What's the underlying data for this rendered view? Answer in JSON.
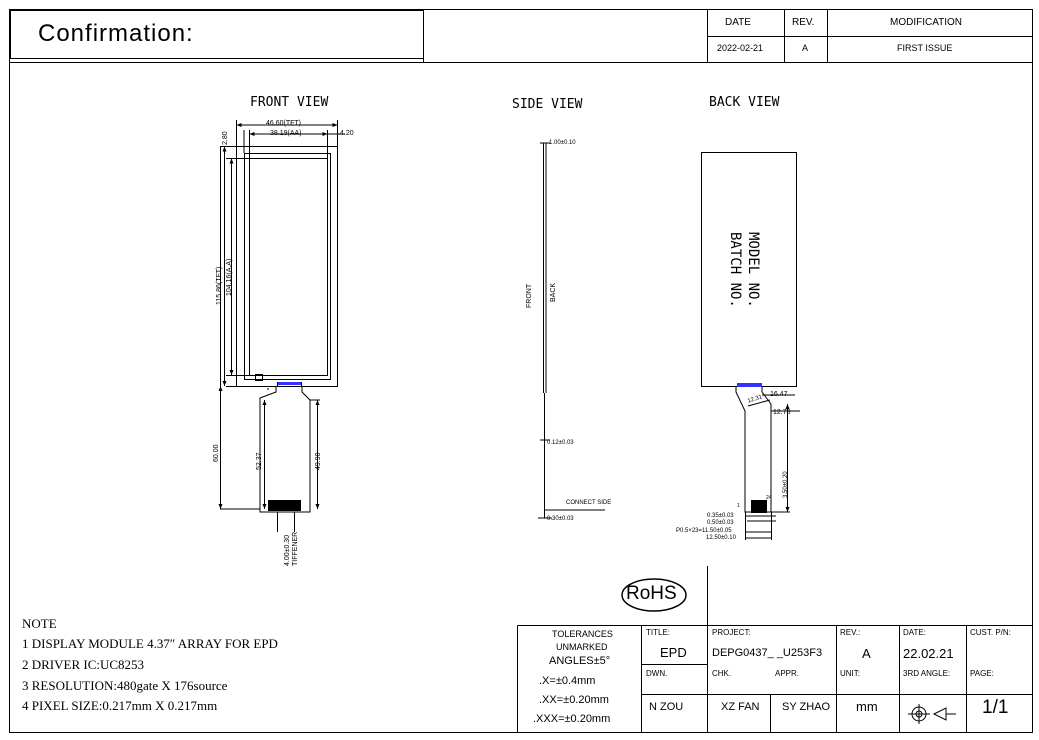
{
  "header": {
    "confirmation": "Confirmation:",
    "rev_table": {
      "date_header": "DATE",
      "rev_header": "REV.",
      "modification_header": "MODIFICATION",
      "date_value": "2022-02-21",
      "rev_value": "A",
      "modification_value": "FIRST ISSUE"
    }
  },
  "views": {
    "front": "FRONT VIEW",
    "side": "SIDE VIEW",
    "back": "BACK VIEW"
  },
  "front_dims": {
    "width_tft": "46.60(TFT)",
    "width_aa": "38.19(AA)",
    "top_offset": "2.80",
    "right_offset": "4.20",
    "height_tft": "115.86(TFT)",
    "height_aa": "104.16(A.A)",
    "fpc_total": "60.00",
    "fpc_left": "52.37",
    "fpc_right": "49.90",
    "stiffener": "4.00±0.30",
    "stiffener_label": "TIFFENER"
  },
  "side_dims": {
    "thickness": "1.00±0.10",
    "front_label": "FRONT",
    "back_label": "BACK",
    "fpc_thickness": "0.12±0.03",
    "connect_side": "CONNECT SIDE",
    "stiffener_thickness": "0.30±0.03"
  },
  "back_dims": {
    "model_no": "MODEL NO.",
    "batch_no": "BATCH NO.",
    "d1": "16.47",
    "d2": "12.31",
    "d3": "12.78",
    "d4": "3.50±0.20",
    "d5": "0.35±0.03",
    "d6": "0.50±0.03",
    "d7": "P0.5×23=11.50±0.05",
    "d8": "12.50±0.10",
    "pin1": "1",
    "pin24": "24"
  },
  "rohs": "RoHS",
  "notes": {
    "title": "NOTE",
    "lines": [
      "1 DISPLAY MODULE 4.37″ ARRAY FOR EPD",
      "2 DRIVER IC:UC8253",
      "3 RESOLUTION:480gate X 176source",
      "4 PIXEL SIZE:0.217mm X 0.217mm"
    ]
  },
  "title_block": {
    "tolerances": "TOLERANCES",
    "unmarked": "UNMARKED",
    "angles": "ANGLES±5°",
    "tol1": ".X=±0.4mm",
    "tol2": ".XX=±0.20mm",
    "tol3": ".XXX=±0.20mm",
    "title_label": "TITLE:",
    "title_value": "EPD",
    "project_label": "PROJECT:",
    "project_value": "DEPG0437_ _U253F3",
    "rev_label": "REV.:",
    "rev_value": "A",
    "date_label": "DATE:",
    "date_value": "22.02.21",
    "cust_label": "CUST. P/N:",
    "dwn_label": "DWN.",
    "dwn_value": "N  ZOU",
    "chk_label": "CHK.",
    "chk_value": "XZ FAN",
    "appr_label": "APPR.",
    "appr_value": "SY ZHAO",
    "unit_label": "UNIT:",
    "unit_value": "mm",
    "angle_label": "3RD ANGLE:",
    "page_label": "PAGE:",
    "page_value": "1/1"
  },
  "colors": {
    "line": "#000000",
    "connector_blue": "#3333ff"
  }
}
